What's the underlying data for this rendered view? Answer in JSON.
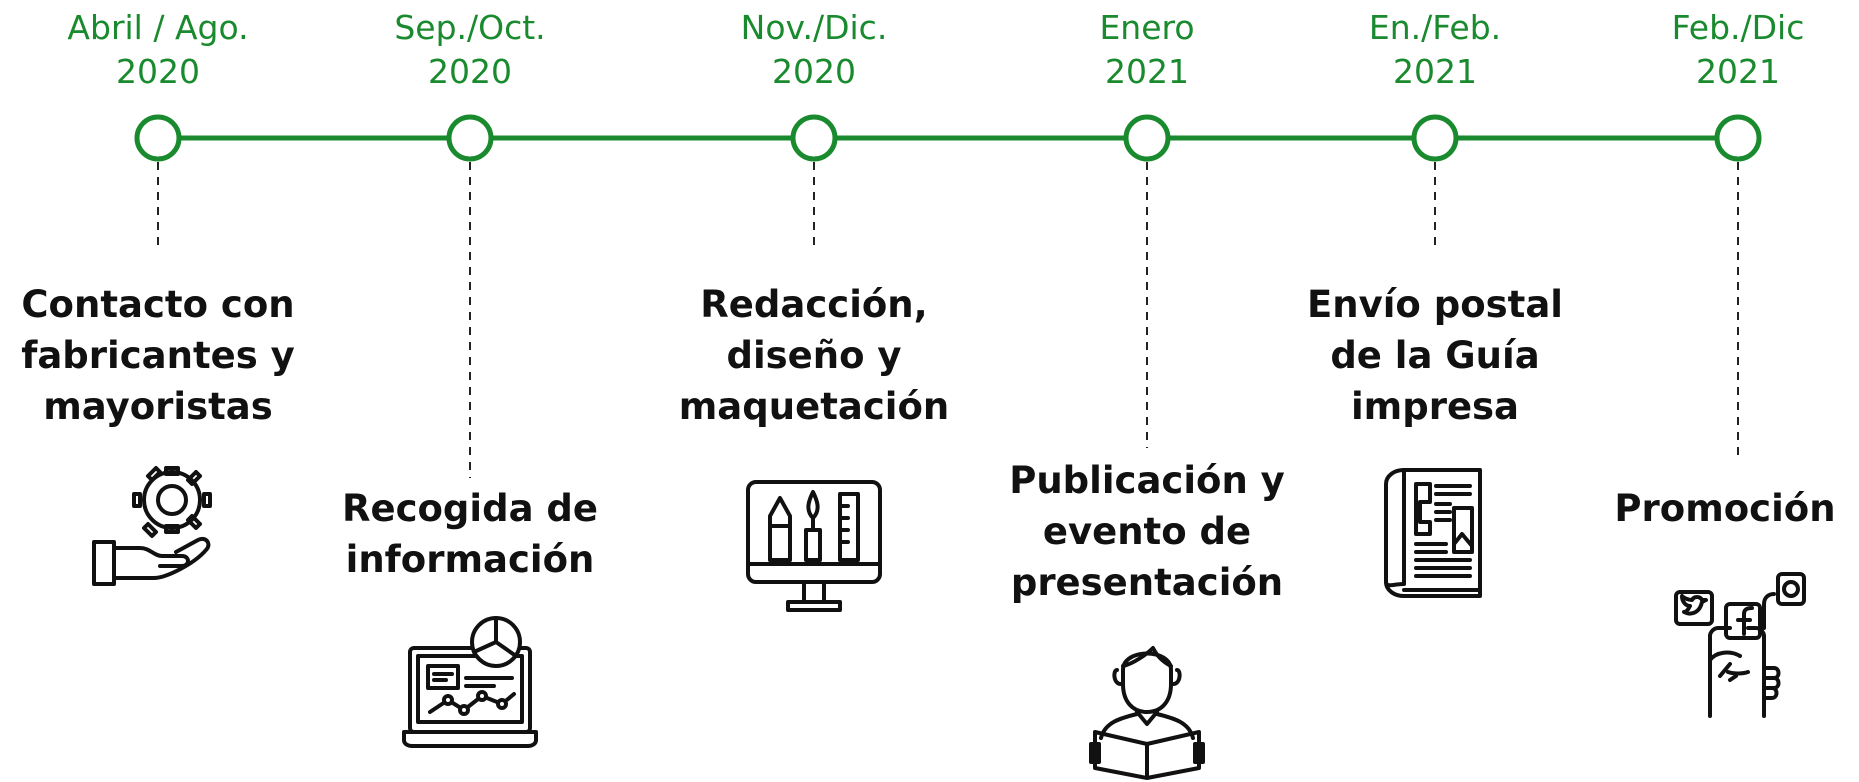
{
  "colors": {
    "timeline_green": "#1a8a2e",
    "text_dark": "#111111",
    "icon_stroke": "#111111"
  },
  "milestones": [
    {
      "date_line1": "Abril / Ago.",
      "date_line2": "2020",
      "task_lines": [
        "Contacto con",
        "fabricantes y",
        "mayoristas"
      ],
      "icon": "gear-hand-icon"
    },
    {
      "date_line1": "Sep./Oct.",
      "date_line2": "2020",
      "task_lines": [
        "Recogida de",
        "información"
      ],
      "icon": "laptop-analytics-icon"
    },
    {
      "date_line1": "Nov./Dic.",
      "date_line2": "2020",
      "task_lines": [
        "Redacción,",
        "diseño y",
        "maquetación"
      ],
      "icon": "design-monitor-icon"
    },
    {
      "date_line1": "Enero",
      "date_line2": "2021",
      "task_lines": [
        "Publicación y",
        "evento de",
        "presentación"
      ],
      "icon": "person-reading-icon"
    },
    {
      "date_line1": "En./Feb.",
      "date_line2": "2021",
      "task_lines": [
        "Envío postal",
        "de la Guía",
        "impresa"
      ],
      "icon": "newspaper-icon"
    },
    {
      "date_line1": "Feb./Dic",
      "date_line2": "2021",
      "task_lines": [
        "Promoción"
      ],
      "icon": "social-media-phone-icon"
    }
  ]
}
